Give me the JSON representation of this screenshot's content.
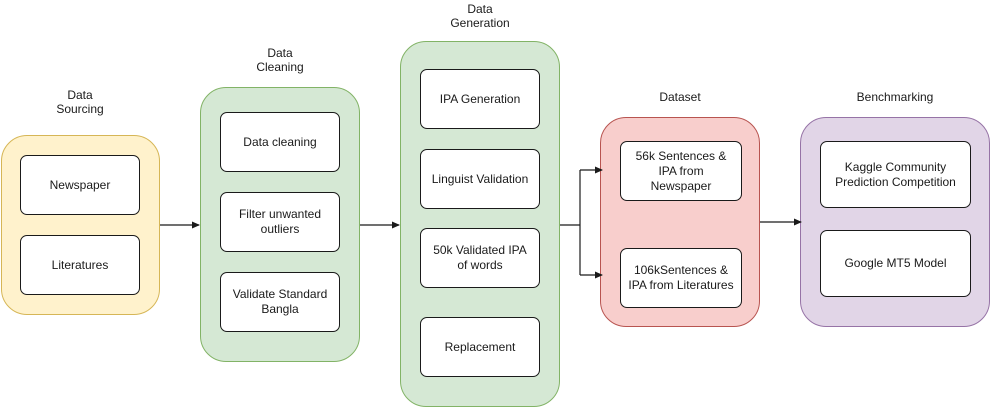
{
  "colors": {
    "sourcing_fill": "#fff2cc",
    "sourcing_border": "#d6b656",
    "green_fill": "#d5e8d4",
    "green_border": "#82b366",
    "dataset_fill": "#f8cecc",
    "dataset_border": "#b85450",
    "bench_fill": "#e1d5e7",
    "bench_border": "#9673a6",
    "line": "#1a1a1a"
  },
  "stages": {
    "sourcing": {
      "title_line1": "Data",
      "title_line2": "Sourcing",
      "items": [
        "Newspaper",
        "Literatures"
      ]
    },
    "cleaning": {
      "title_line1": "Data",
      "title_line2": "Cleaning",
      "items": [
        "Data cleaning",
        "Filter unwanted outliers",
        "Validate Standard Bangla"
      ]
    },
    "generation": {
      "title_line1": "Data",
      "title_line2": "Generation",
      "items": [
        "IPA Generation",
        "Linguist Validation",
        "50k Validated IPA of words",
        "Replacement"
      ]
    },
    "dataset": {
      "title": "Dataset",
      "items": [
        "56k Sentences & IPA from Newspaper",
        "106kSentences & IPA from Literatures"
      ]
    },
    "benchmarking": {
      "title": "Benchmarking",
      "items": [
        "Kaggle  Community Prediction Competition",
        "Google MT5 Model"
      ]
    }
  }
}
